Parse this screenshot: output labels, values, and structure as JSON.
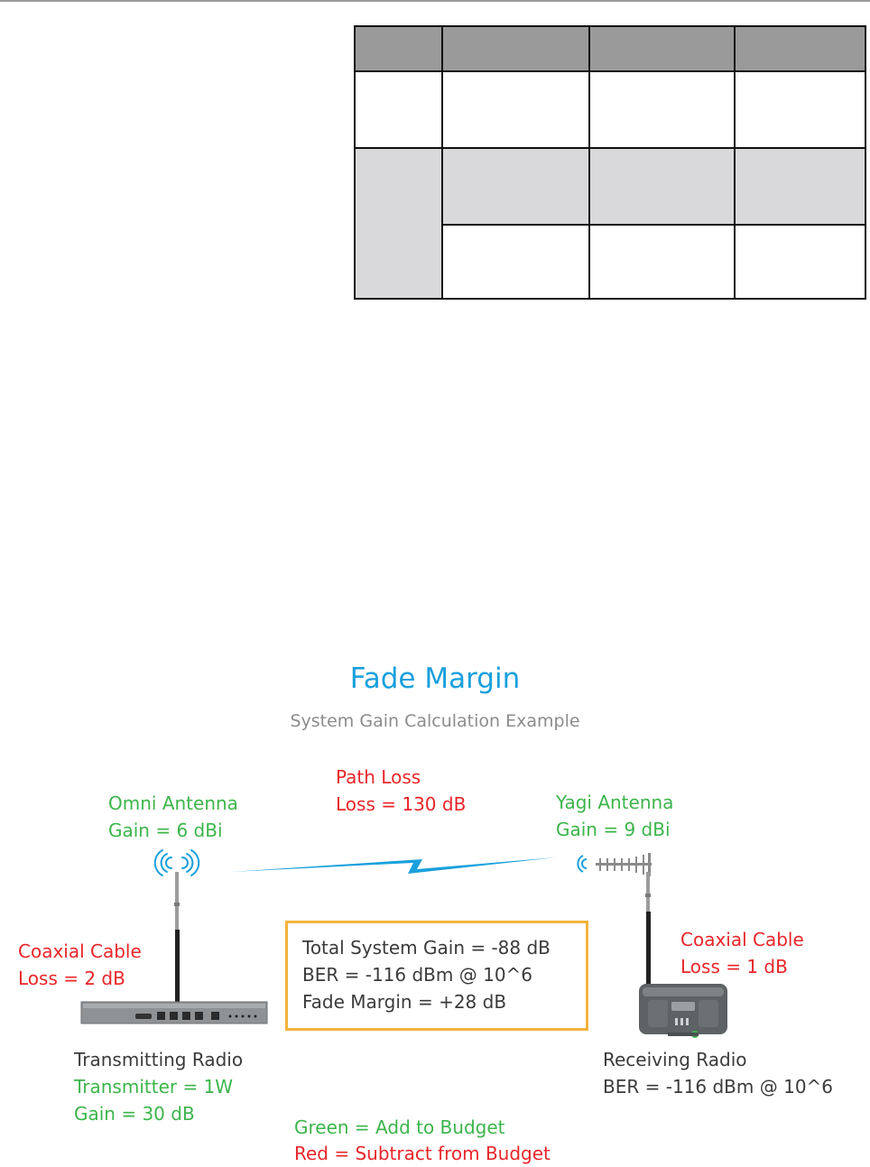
{
  "diagram": {
    "title": "Fade Margin",
    "subtitle": "System Gain Calculation Example",
    "omni_antenna": {
      "name": "Omni Antenna",
      "gain": "Gain = 6 dBi"
    },
    "path_loss": {
      "name": "Path Loss",
      "loss": "Loss = 130 dB"
    },
    "yagi_antenna": {
      "name": "Yagi Antenna",
      "gain": "Gain = 9 dBi"
    },
    "tx_cable": {
      "name": "Coaxial Cable",
      "loss": "Loss = 2 dB"
    },
    "rx_cable": {
      "name": "Coaxial Cable",
      "loss": "Loss = 1 dB"
    },
    "summary": {
      "line1": "Total System Gain = -88 dB",
      "line2": "BER = -116 dBm @ 10^6",
      "line3": "Fade Margin = +28 dB"
    },
    "transmitting_radio": {
      "name": "Transmitting Radio",
      "transmitter": "Transmitter = 1W",
      "gain": "Gain = 30 dB"
    },
    "receiving_radio": {
      "name": "Receiving Radio",
      "ber": "BER = -116 dBm @ 10^6"
    },
    "legend": {
      "green": "Green = Add to Budget",
      "red": "Red = Subtract from Budget"
    }
  },
  "colors": {
    "green": "#3cb54a",
    "red": "#e8262a",
    "blue": "#1aa0dc",
    "box_border": "#f3b33d",
    "table_header": "#9a9a9a",
    "table_shade": "#d9d9db"
  },
  "icons": [
    "wifi-signal-icon",
    "omni-antenna-icon",
    "yagi-antenna-icon",
    "rack-radio-icon",
    "receiver-radio-icon",
    "radio-link-icon"
  ]
}
